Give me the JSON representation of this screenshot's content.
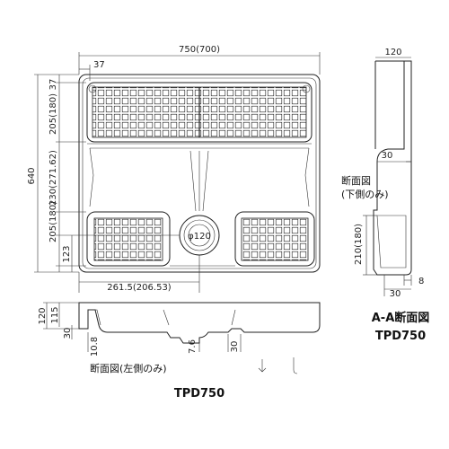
{
  "top_view": {
    "width_label": "750(700)",
    "top_offset": "37",
    "height_total": "640",
    "h_top": "37",
    "h_upper": "205(180)",
    "h_middle": "230(271.62)",
    "h_lower": "205(180)",
    "h_drain": "123",
    "bottom_width": "261.5(206.53)",
    "drain_dia": "φ120"
  },
  "side_view_bottom": {
    "h_total": "120",
    "h_inner": "115",
    "h_rim": "30",
    "d1": "10.8",
    "d2": "7.6",
    "d3": "30",
    "caption": "断面図(左側のみ)",
    "model": "TPD750"
  },
  "side_view_right": {
    "top_width": "120",
    "h_step": "30",
    "note_line1": "断面図",
    "note_line2": "(下側のみ)",
    "h_depth": "210(180)",
    "w_foot": "8",
    "w_base": "30",
    "section_title": "A-A断面図",
    "model": "TPD750"
  },
  "colors": {
    "line": "#222222",
    "grid": "#333333",
    "fill": "#ffffff"
  }
}
